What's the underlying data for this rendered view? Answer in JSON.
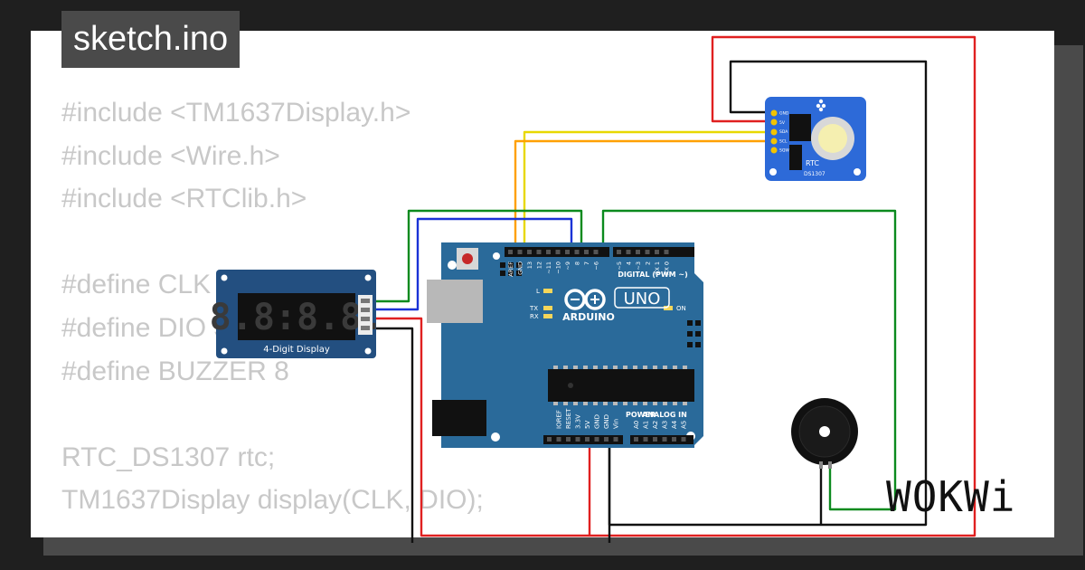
{
  "title": "sketch.ino",
  "code_lines": [
    "#include <TM1637Display.h>",
    "#include <Wire.h>",
    "#include <RTClib.h>",
    "",
    "#define CLK 2",
    "#define DIO 3",
    "#define BUZZER 8",
    "",
    "RTC_DS1307 rtc;",
    "TM1637Display display(CLK, DIO);"
  ],
  "display_module": {
    "digits": "8.8:8.8.",
    "label": "4-Digit Display"
  },
  "rtc_module": {
    "label": "RTC",
    "model": "DS1307",
    "pins": [
      "GND",
      "5V",
      "SDA",
      "SCL",
      "SQW"
    ]
  },
  "arduino": {
    "brand": "ARDUINO",
    "model": "UNO",
    "digital_header": "DIGITAL (PWM ~)",
    "analog_header": "ANALOG IN",
    "power_header": "POWER",
    "on_label": "ON",
    "l_label": "L",
    "tx_label": "TX",
    "rx_label": "RX",
    "top_pins": [
      "AREF",
      "GND",
      "13",
      "12",
      "~11",
      "~10",
      "~9",
      "8",
      "7",
      "~6",
      "~5",
      "4",
      "~3",
      "2",
      "TX 1",
      "RX 0"
    ],
    "power_pins": [
      "IOREF",
      "RESET",
      "3.3V",
      "5V",
      "GND",
      "GND",
      "Vin"
    ],
    "analog_pins": [
      "A0",
      "A1",
      "A2",
      "A3",
      "A4",
      "A5"
    ]
  },
  "brand_logo": "WOKWi",
  "colors": {
    "board": "#2a6a9a",
    "display_board": "#234f80",
    "rtc_board": "#2d6ad8",
    "wire_red": "#e02020",
    "wire_black": "#111111",
    "wire_green": "#0b8a1e",
    "wire_blue": "#1a33d6",
    "wire_yellow": "#e8d800",
    "wire_orange": "#ffa000"
  }
}
